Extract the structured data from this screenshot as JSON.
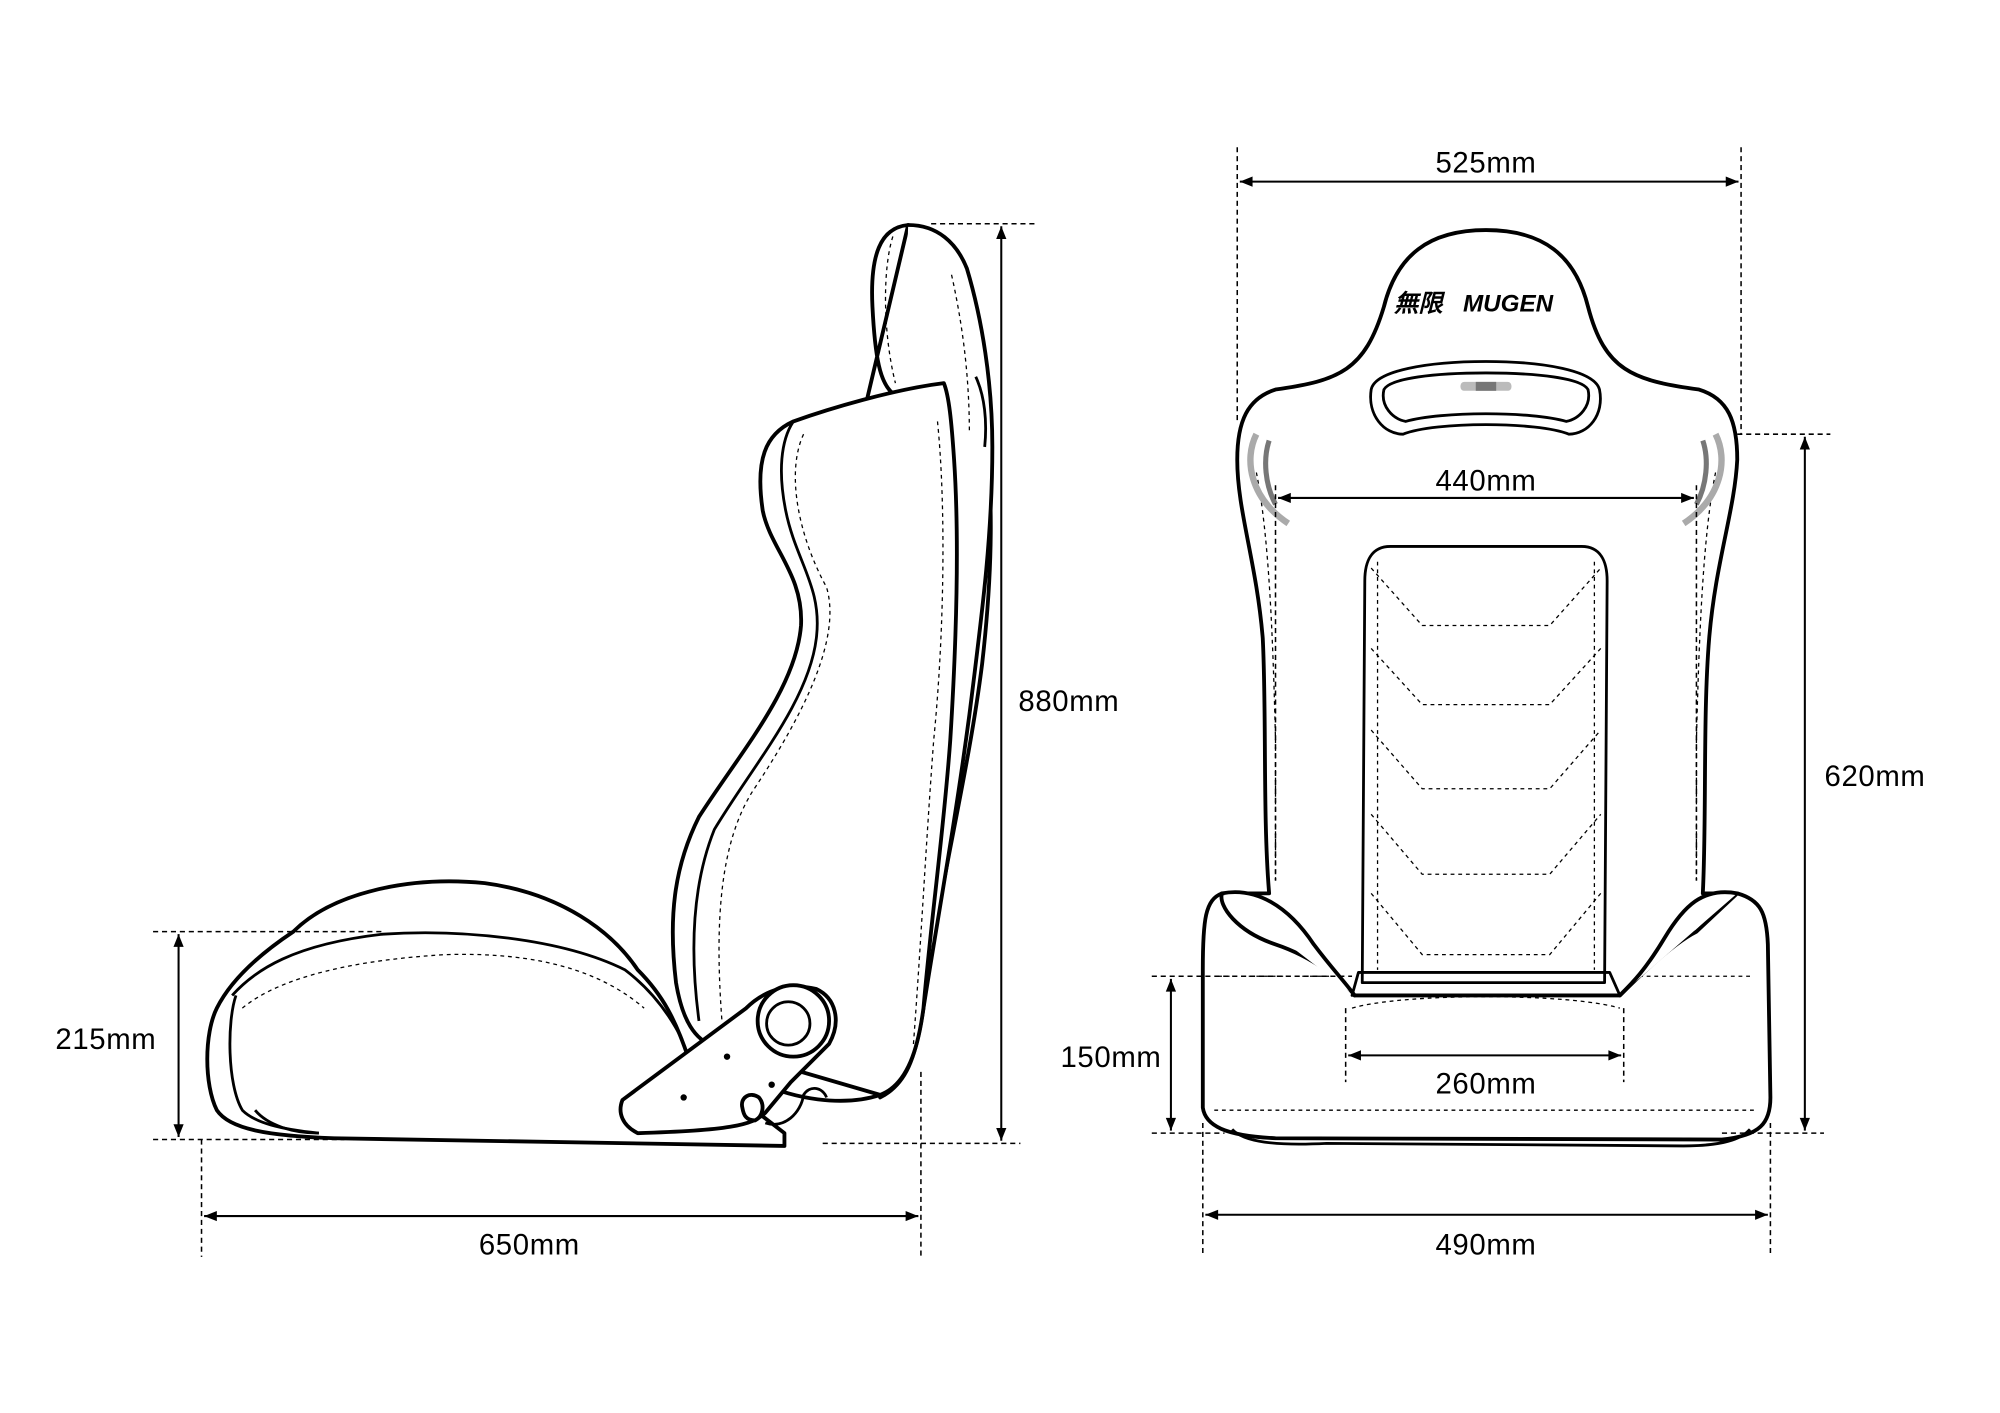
{
  "side_view": {
    "dimensions": {
      "height": "880mm",
      "cushion_height": "215mm",
      "depth": "650mm"
    }
  },
  "front_view": {
    "logo": "無限 MUGEN",
    "logo_text": "MUGEN",
    "dimensions": {
      "overall_width": "525mm",
      "shoulder_width": "440mm",
      "backrest_height": "620mm",
      "cushion_height": "150mm",
      "seat_width": "260mm",
      "base_width": "490mm"
    }
  }
}
